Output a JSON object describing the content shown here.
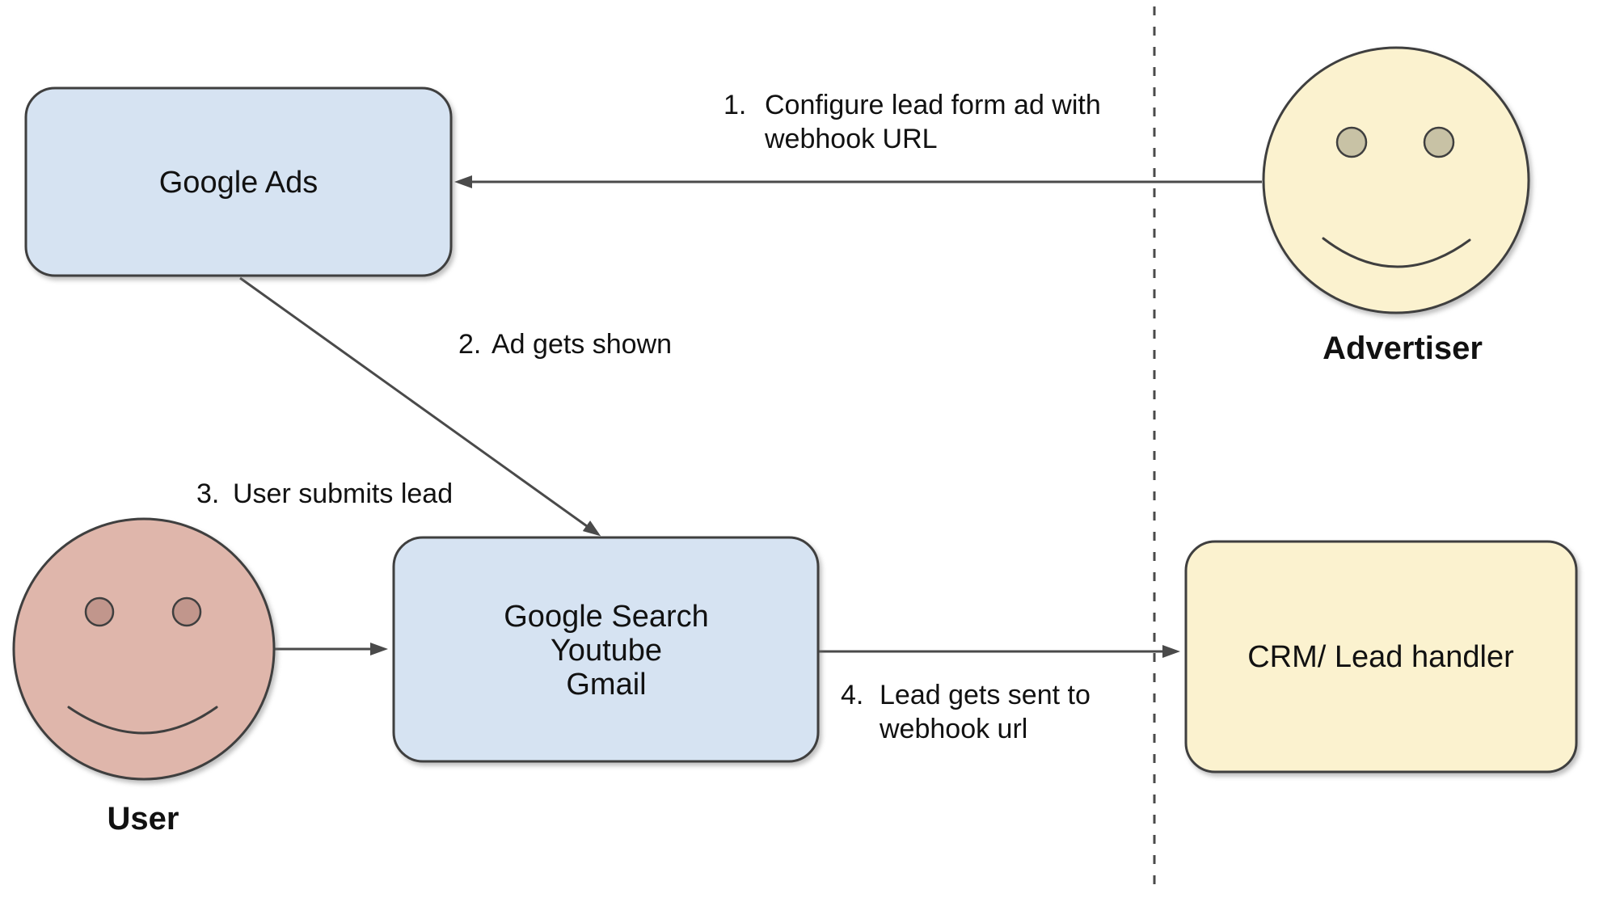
{
  "colors": {
    "background": "#ffffff",
    "node_blue": "#d6e3f2",
    "node_yellow": "#fbf2cf",
    "face_yellow": "#fbf2cf",
    "face_pink": "#dfb6ab",
    "eye_tan": "#c8c2a5",
    "eye_pink": "#c1968c",
    "stroke_dark": "#3f3f3f",
    "arrow_gray": "#4a4a4a",
    "text_black": "#111111"
  },
  "nodes": {
    "google_ads": {
      "label": "Google Ads"
    },
    "google_channels": {
      "lines": [
        "Google Search",
        "Youtube",
        "Gmail"
      ]
    },
    "crm": {
      "label": "CRM/ Lead handler"
    }
  },
  "actors": {
    "advertiser": {
      "label": "Advertiser"
    },
    "user": {
      "label": "User"
    }
  },
  "steps": [
    {
      "num": "1.",
      "line1": "Configure lead form ad with",
      "line2": "webhook URL"
    },
    {
      "num": "2.",
      "line1": "Ad gets shown",
      "line2": ""
    },
    {
      "num": "3.",
      "line1": "User submits lead",
      "line2": ""
    },
    {
      "num": "4.",
      "line1": "Lead gets sent to",
      "line2": "webhook url"
    }
  ]
}
